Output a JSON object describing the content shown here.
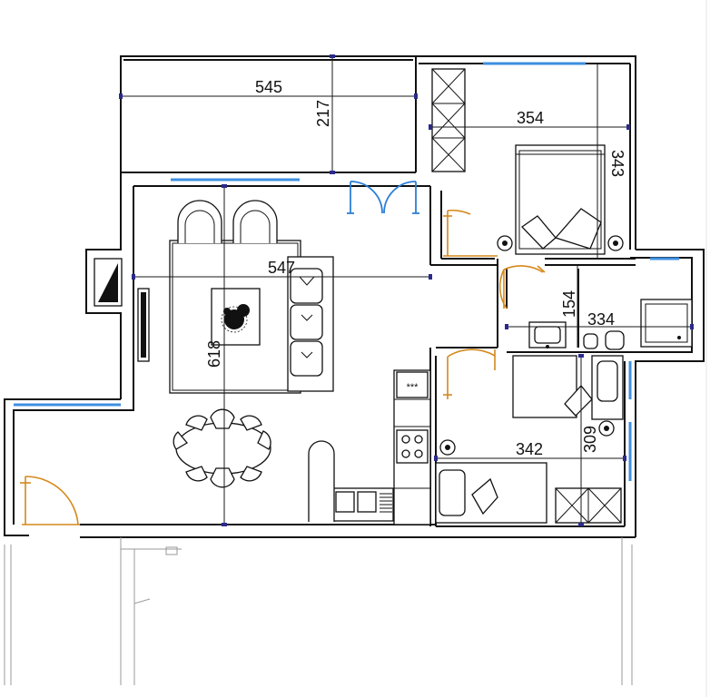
{
  "diagram": {
    "type": "floor-plan",
    "dimensions": [
      {
        "id": "terrace-width",
        "text": "545"
      },
      {
        "id": "terrace-depth",
        "text": "217"
      },
      {
        "id": "bedroom-width",
        "text": "354"
      },
      {
        "id": "bedroom-depth",
        "text": "343"
      },
      {
        "id": "living-width",
        "text": "547"
      },
      {
        "id": "living-depth",
        "text": "618"
      },
      {
        "id": "bath-depth",
        "text": "154"
      },
      {
        "id": "bath-width",
        "text": "334"
      },
      {
        "id": "room2-width",
        "text": "342"
      },
      {
        "id": "room2-depth",
        "text": "309"
      }
    ],
    "colors": {
      "walls": "#111111",
      "windows": "#3d8fe0",
      "doors": "#d4891c",
      "dimension_ticks": "#2a2a8a"
    }
  }
}
